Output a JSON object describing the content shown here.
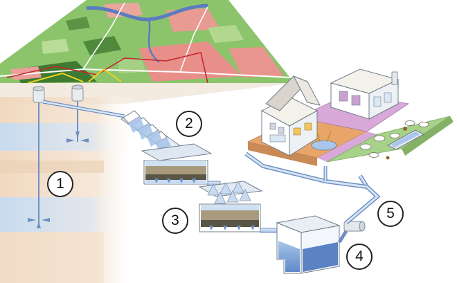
{
  "steps": [
    {
      "label": "1",
      "stage": "groundwater-wells"
    },
    {
      "label": "2",
      "stage": "aeration-cascade"
    },
    {
      "label": "3",
      "stage": "sand-filtration"
    },
    {
      "label": "4",
      "stage": "clean-water-reservoir"
    },
    {
      "label": "5",
      "stage": "distribution-network"
    }
  ],
  "colors": {
    "map_green": "#8cc46c",
    "map_urban": "#e88f8a",
    "map_water": "#5b7bc0",
    "soil_light": "#f2dcc4",
    "aquifer_blue": "#cfe0f2",
    "pipe": "#b8cdea",
    "pipe_edge": "#6d8fc4",
    "water": "#7fa6dd",
    "sand": "#a89a7c",
    "gravel": "#5a5646",
    "house_plot": "#e8a56a",
    "industry_plot": "#d7a8d8",
    "farm_plot": "#a8d28a"
  }
}
